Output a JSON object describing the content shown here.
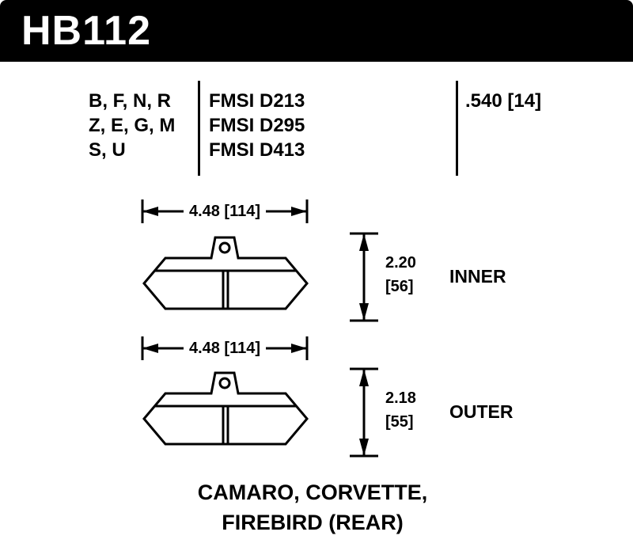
{
  "header": {
    "part_number": "HB112"
  },
  "spec_table": {
    "compound_rows": [
      "B, F, N, R",
      "Z, E, G, M",
      "S, U"
    ],
    "fmsi_rows": [
      "FMSI D213",
      "FMSI D295",
      "FMSI D413"
    ],
    "pad_thickness": ".540 [14]"
  },
  "inner_pad": {
    "width": "4.48 [114]",
    "height_in": "2.20",
    "height_mm": "[56]",
    "label": "INNER"
  },
  "outer_pad": {
    "width": "4.48 [114]",
    "height_in": "2.18",
    "height_mm": "[55]",
    "label": "OUTER"
  },
  "application": {
    "line1": "CAMARO, CORVETTE,",
    "line2": "FIREBIRD (REAR)"
  },
  "colors": {
    "header_bg": "#000000",
    "ink": "#000000",
    "background": "#ffffff"
  }
}
